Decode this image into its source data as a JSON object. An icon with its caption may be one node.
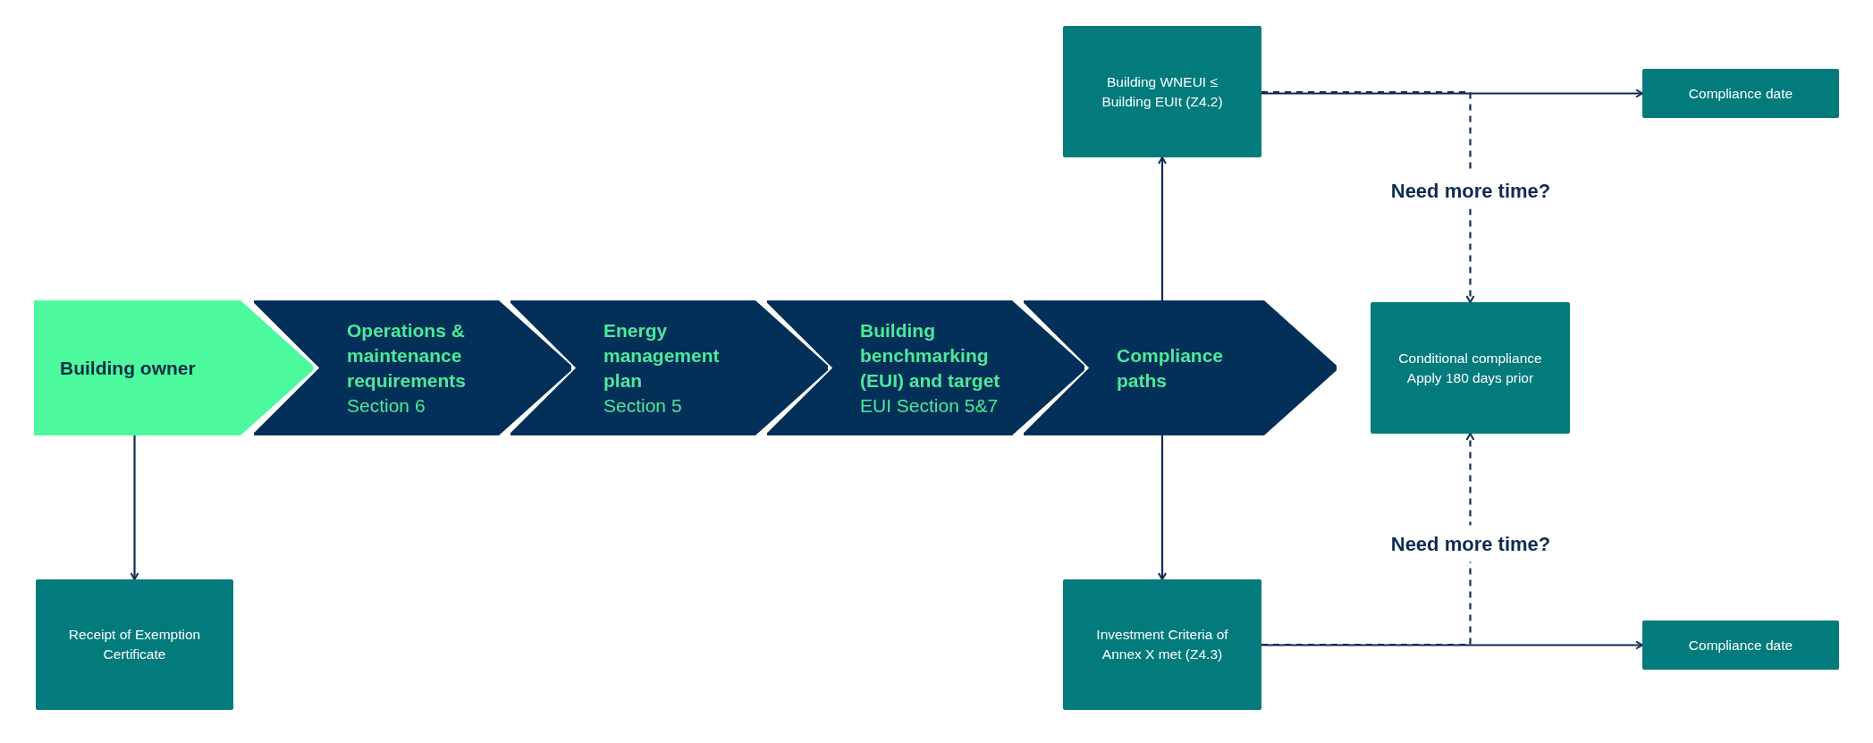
{
  "diagram": {
    "nodes": [
      {
        "text": [
          "Building owner"
        ]
      },
      {
        "text": [
          "Operations & maintenance requirements",
          "Section 6"
        ]
      },
      {
        "text": [
          "Energy management plan",
          "Section 5"
        ]
      },
      {
        "text": [
          "Building benchmarking (EUI) and target",
          "EUI Section 5&7"
        ]
      },
      {
        "text": [
          "Compliance paths"
        ]
      },
      {
        "text": [
          "Building WNEUI ≤ Building EUIt (Z4.2)"
        ]
      },
      {
        "text": [
          "Compliance date"
        ]
      },
      {
        "text": [
          "Conditional compliance",
          "Apply 180 days prior"
        ]
      },
      {
        "text": [
          "Receipt of Exemption Certificate"
        ]
      },
      {
        "text": [
          "Investment Criteria of Annex X met (Z4.3)"
        ]
      },
      {
        "text": [
          "Compliance date"
        ]
      }
    ],
    "edges": [
      {
        "from": 0,
        "to": 8,
        "arrow": "to"
      },
      {
        "from": 4,
        "to": 5,
        "arrow": "to"
      },
      {
        "from": 4,
        "to": 9,
        "arrow": "to"
      },
      {
        "from": 5,
        "to": 6,
        "arrow": "to"
      },
      {
        "from": 9,
        "to": 10,
        "arrow": "to"
      },
      {
        "from": 5,
        "to": 7,
        "arrow": "to",
        "style": "dashed",
        "label": "Need more time?"
      },
      {
        "from": 9,
        "to": 7,
        "arrow": "to",
        "style": "dashed",
        "label": "Need more time?"
      }
    ]
  }
}
